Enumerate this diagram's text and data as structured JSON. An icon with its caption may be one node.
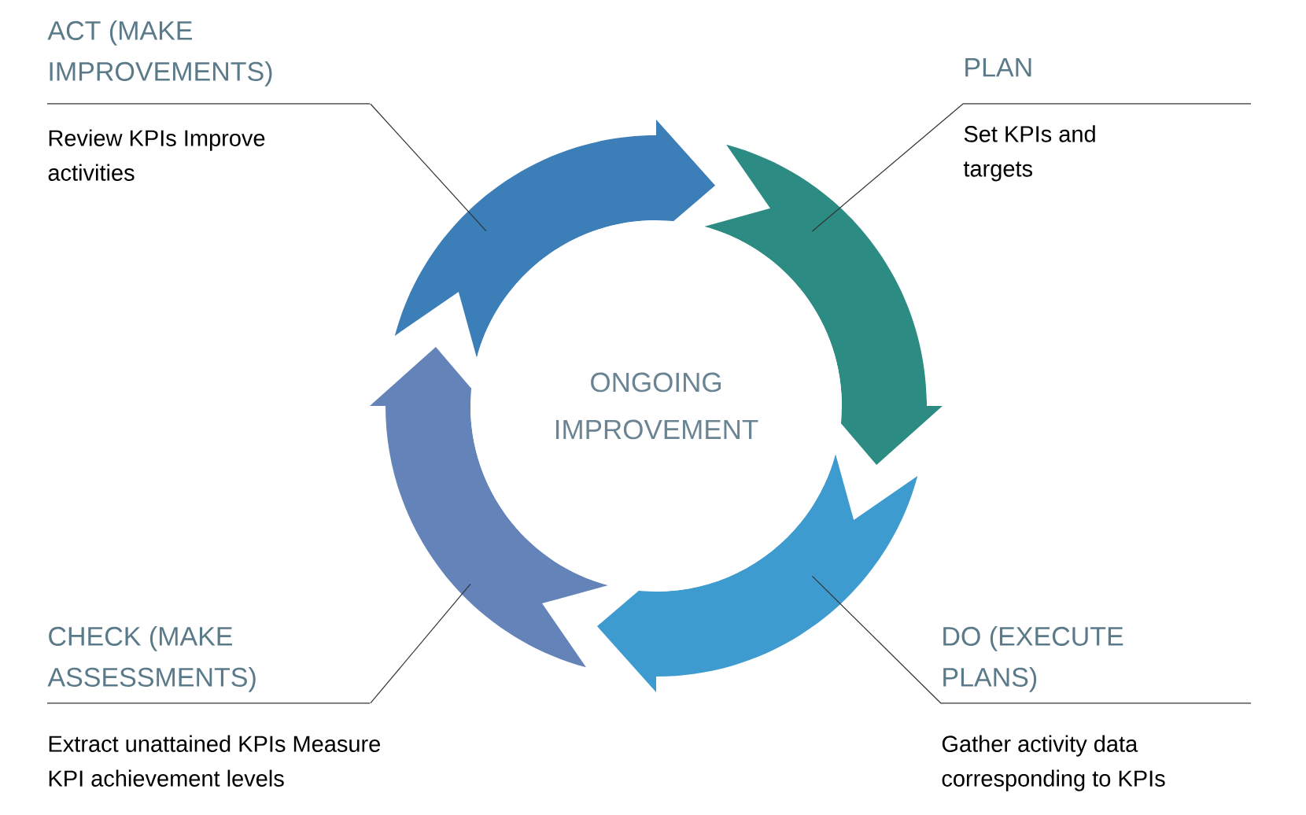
{
  "diagram": {
    "nodes": [
      {
        "text": [
          "ACT (MAKE IMPROVEMENTS)",
          "Review KPIs Improve activities"
        ]
      },
      {
        "text": [
          "PLAN",
          "Set KPIs and targets"
        ]
      },
      {
        "text": [],
        "shape": "arrow"
      },
      {
        "text": [],
        "shape": "arrow"
      },
      {
        "text": [
          "ONGOING IMPROVEMENT"
        ]
      },
      {
        "text": [],
        "shape": "arrow"
      },
      {
        "text": [],
        "shape": "arrow"
      },
      {
        "text": [
          "CHECK (MAKE ASSESSMENTS)",
          "Extract unattained KPIs Measure KPI achievement levels"
        ]
      },
      {
        "text": [
          "DO (EXECUTE PLANS)",
          "Gather activity data corresponding to KPIs"
        ]
      }
    ],
    "edges": [
      {
        "from": 0,
        "to": 2,
        "arrow": "none"
      },
      {
        "from": 1,
        "to": 3,
        "arrow": "none"
      },
      {
        "from": 7,
        "to": 5,
        "arrow": "none"
      },
      {
        "from": 8,
        "to": 6,
        "arrow": "none"
      }
    ]
  }
}
